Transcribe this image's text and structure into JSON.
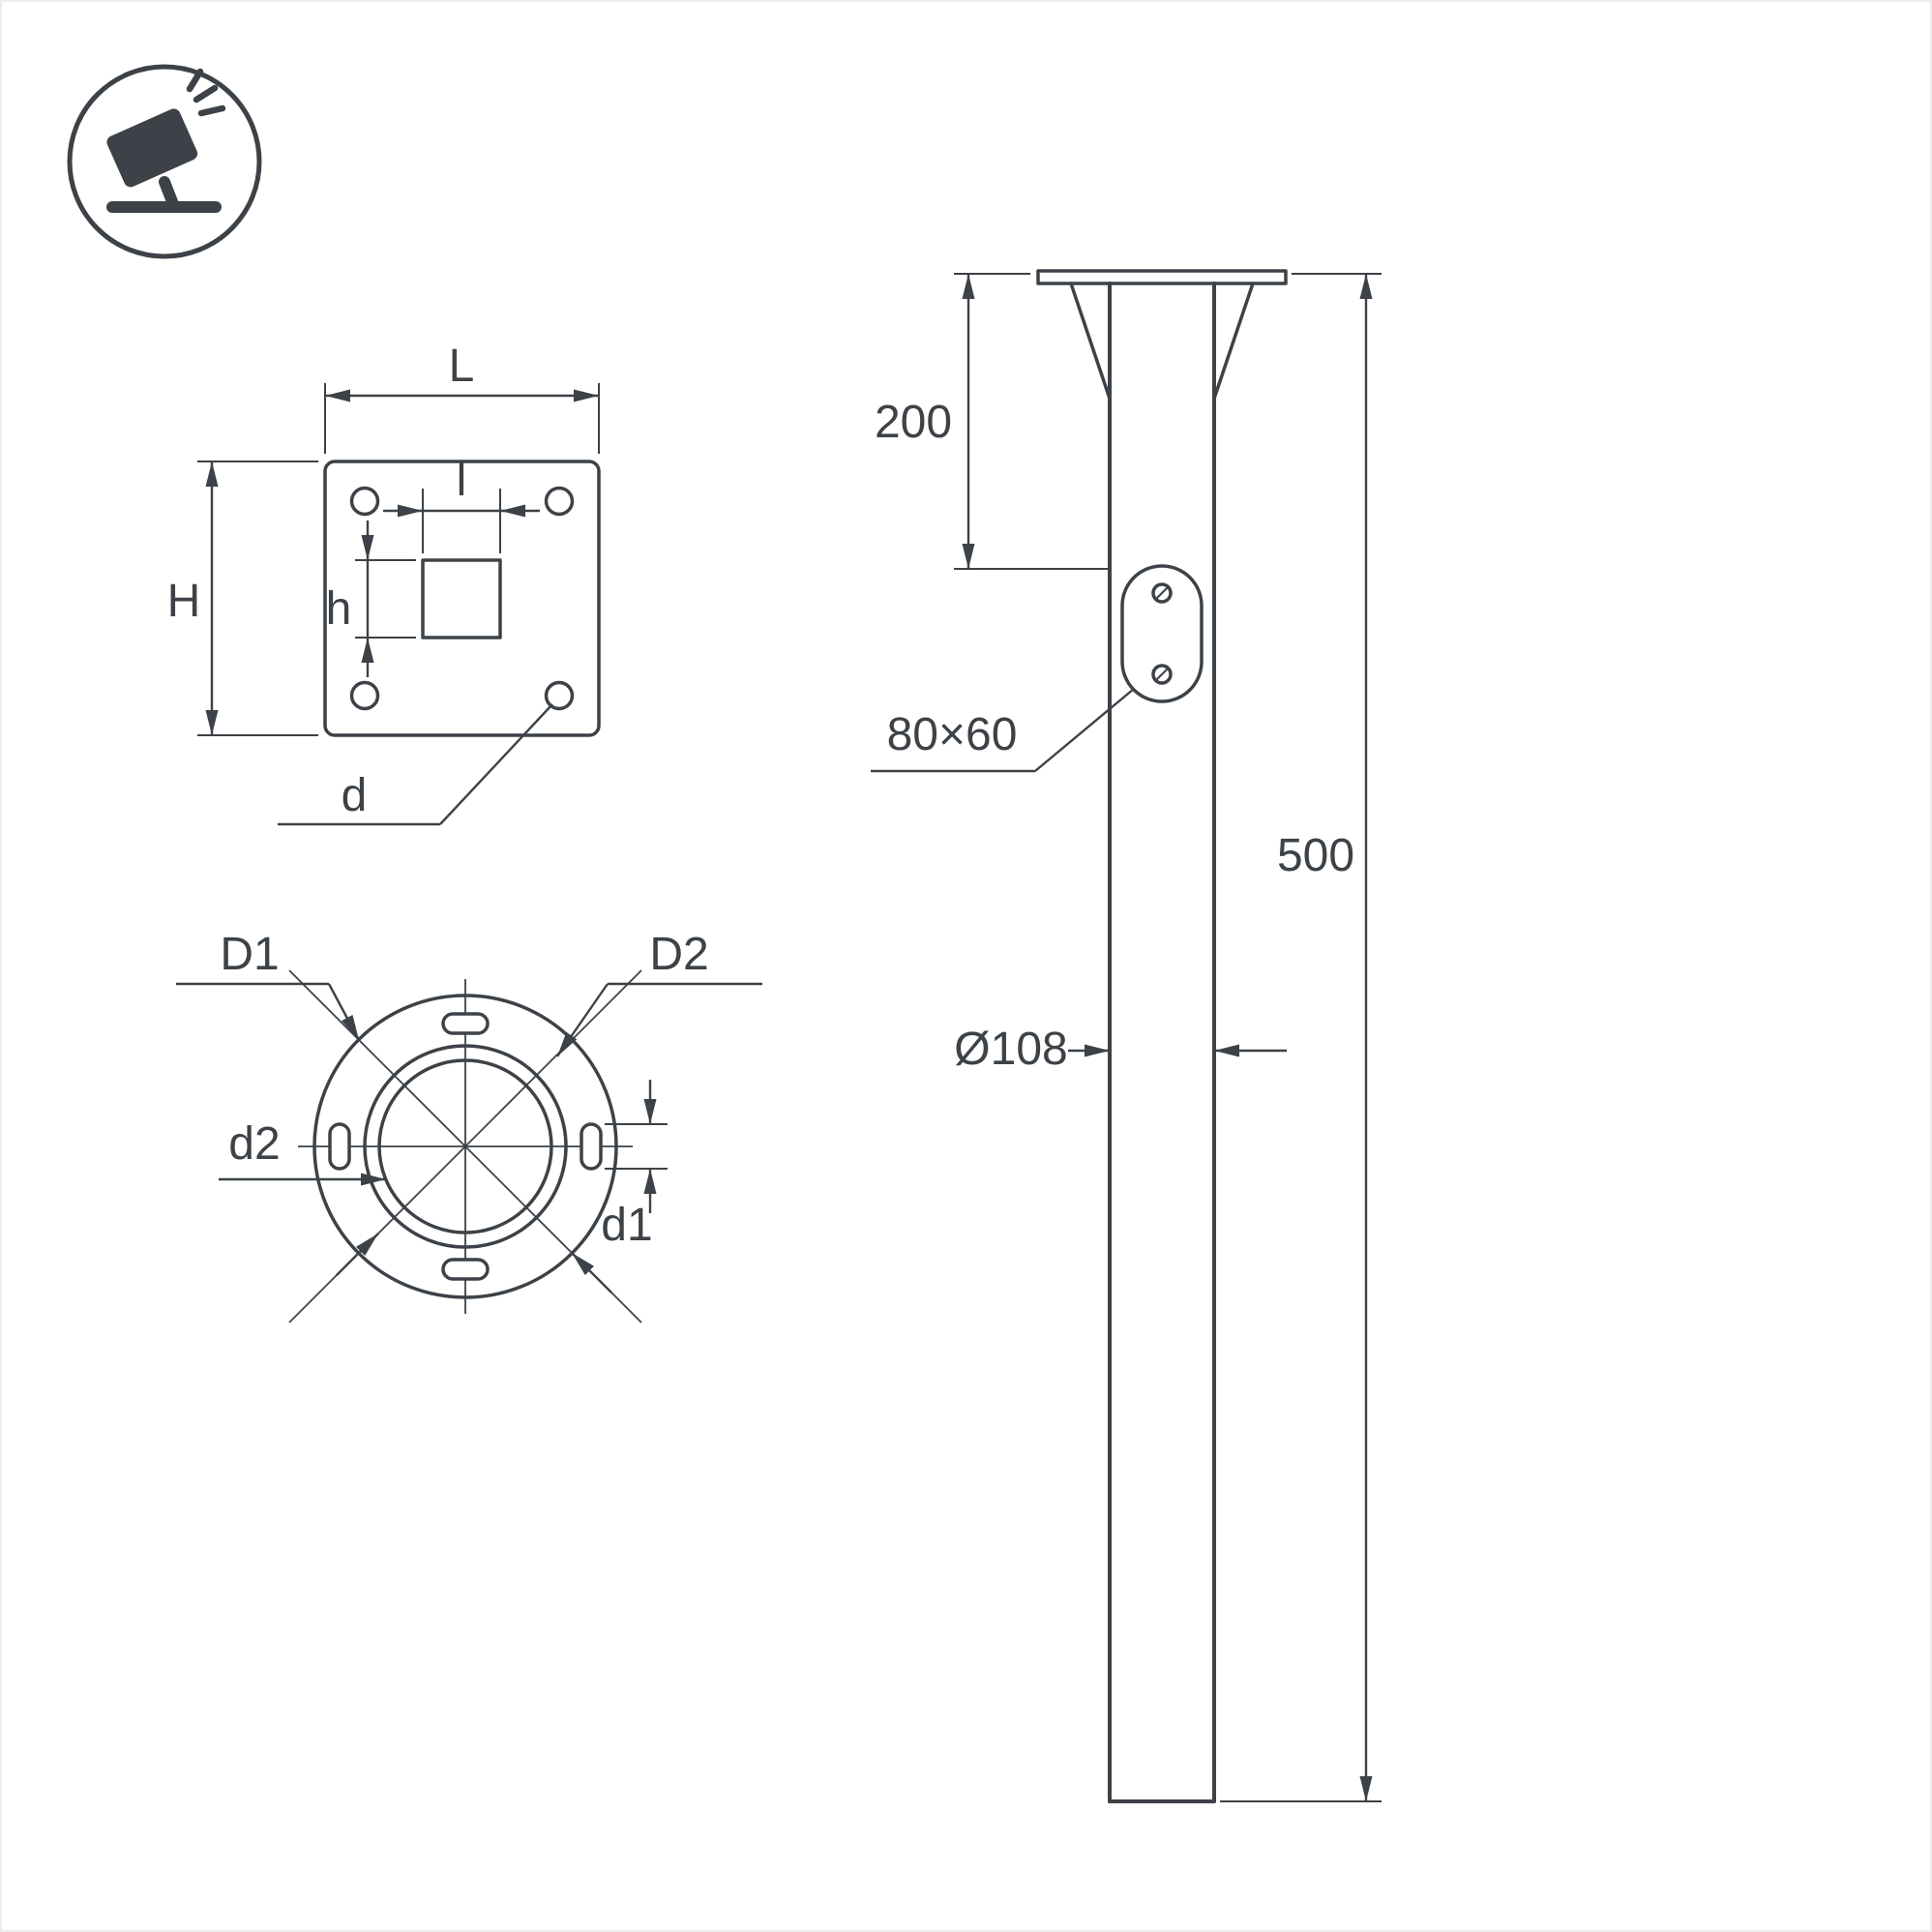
{
  "theme": {
    "line": "#3c4247",
    "bg": "#ffffff",
    "frame": "#ededed"
  },
  "badge": {
    "icon": "tilted-floodlight-icon"
  },
  "top_view": {
    "width_label": "L",
    "height_label": "H",
    "inner_width_label": "l",
    "inner_height_label": "h",
    "hole_label": "d"
  },
  "bottom_view": {
    "outer_diameter_label": "D1",
    "bolt_circle_label": "D2",
    "slot_label": "d1",
    "inner_diameter_label": "d2"
  },
  "side_view": {
    "embed_top_label": "200",
    "total_length_label": "500",
    "access_hole_label": "80×60",
    "pipe_diameter_label": "Ø108"
  }
}
